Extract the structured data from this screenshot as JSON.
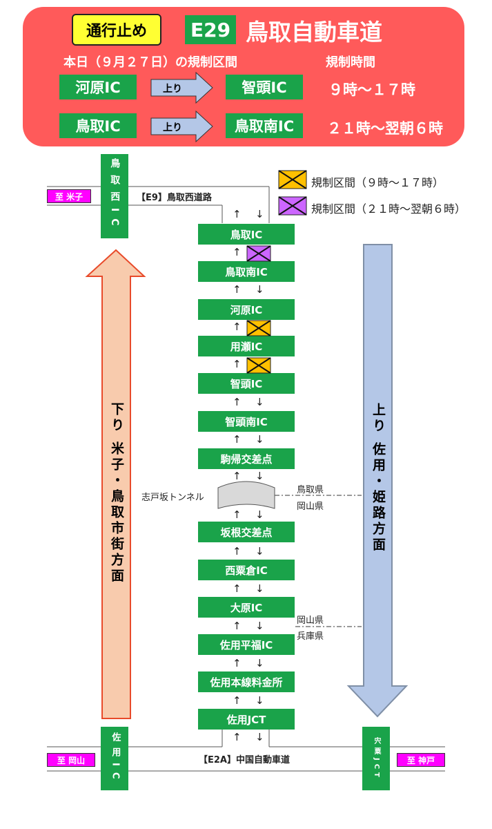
{
  "banner": {
    "status": "通行止め",
    "route_code": "E29",
    "route_name": "鳥取自動車道",
    "section_header": "本日（９月２７日）の規制区間",
    "time_header": "規制時間",
    "rows": [
      {
        "from": "河原IC",
        "dir": "上り",
        "to": "智頭IC",
        "time": "９時～１７時"
      },
      {
        "from": "鳥取IC",
        "dir": "上り",
        "to": "鳥取南IC",
        "time": "２１時～翌朝６時"
      }
    ]
  },
  "legend": {
    "day": "規制区間（９時～１７時）",
    "night": "規制区間（２１時～翌朝６時）",
    "day_color": "#ffc000",
    "night_color": "#cc66ff"
  },
  "map": {
    "e9_road": "【E9】鳥取西道路",
    "e2a_road": "【E2A】中国自動車道",
    "tag_yonago": "至 米子",
    "tag_okayama": "至 岡山",
    "tag_kobe": "至 神戸",
    "tottori_nishi_ic": "鳥取西IC",
    "sayo_ic": "佐用IC",
    "yamazaki_jct": "宍粟JCT",
    "interchanges": [
      "鳥取IC",
      "鳥取南IC",
      "河原IC",
      "用瀬IC",
      "智頭IC",
      "智頭南IC",
      "駒帰交差点",
      "坂根交差点",
      "西粟倉IC",
      "大原IC",
      "佐用平福IC",
      "佐用本線料金所",
      "佐用JCT"
    ],
    "tunnel": "志戸坂トンネル",
    "pref1_top": "鳥取県",
    "pref1_bottom": "岡山県",
    "pref2_top": "岡山県",
    "pref2_bottom": "兵庫県",
    "down_label": "下り 米子・鳥取市街方面",
    "up_label": "上り 佐用・姫路方面",
    "arrow_up": "↑",
    "arrow_down": "↓"
  }
}
